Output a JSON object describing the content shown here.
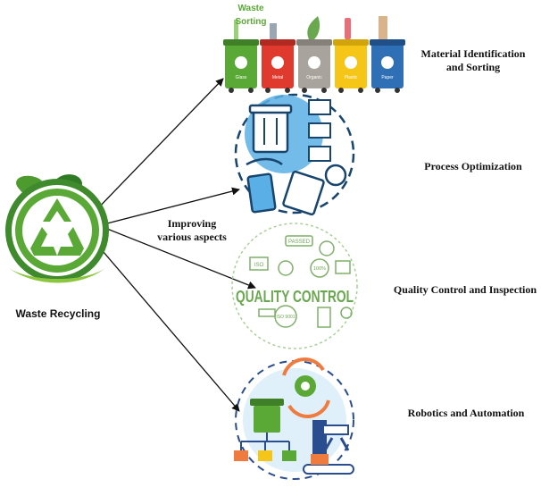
{
  "source": {
    "label": "Waste Recycling",
    "icon": "recycle-logo-icon",
    "colors": {
      "green_dark": "#3f8a2c",
      "green_light": "#8cc63f"
    }
  },
  "connector_label_line1": "Improving",
  "connector_label_line2": "various aspects",
  "branches": [
    {
      "label_line1": "Material Identification",
      "label_line2": "and Sorting",
      "icon": "waste-sorting-bins-icon",
      "illustration_caption": "Waste Sorting",
      "bins": [
        {
          "label": "Glass",
          "color": "#5aa936"
        },
        {
          "label": "Metal",
          "color": "#e03a2f"
        },
        {
          "label": "Organic",
          "color": "#a8a39c"
        },
        {
          "label": "Plastic",
          "color": "#f5c518"
        },
        {
          "label": "Paper",
          "color": "#2f6fb5"
        }
      ]
    },
    {
      "label_line1": "Process Optimization",
      "label_line2": "",
      "icon": "process-optimization-icon",
      "colors": {
        "primary": "#3a8fd0",
        "accent": "#17456e"
      }
    },
    {
      "label_line1": "Quality Control and Inspection",
      "label_line2": "",
      "icon": "quality-control-icon",
      "illustration_caption": "QUALITY CONTROL",
      "illustration_badges": [
        "PASSED",
        "ISO",
        "ISO 9001",
        "100%"
      ],
      "colors": {
        "primary": "#7fb069"
      }
    },
    {
      "label_line1": "Robotics and Automation",
      "label_line2": "",
      "icon": "robotic-automation-icon",
      "colors": {
        "primary": "#5aa936",
        "accent": "#f07b3f",
        "secondary": "#2a4d8f"
      }
    }
  ]
}
